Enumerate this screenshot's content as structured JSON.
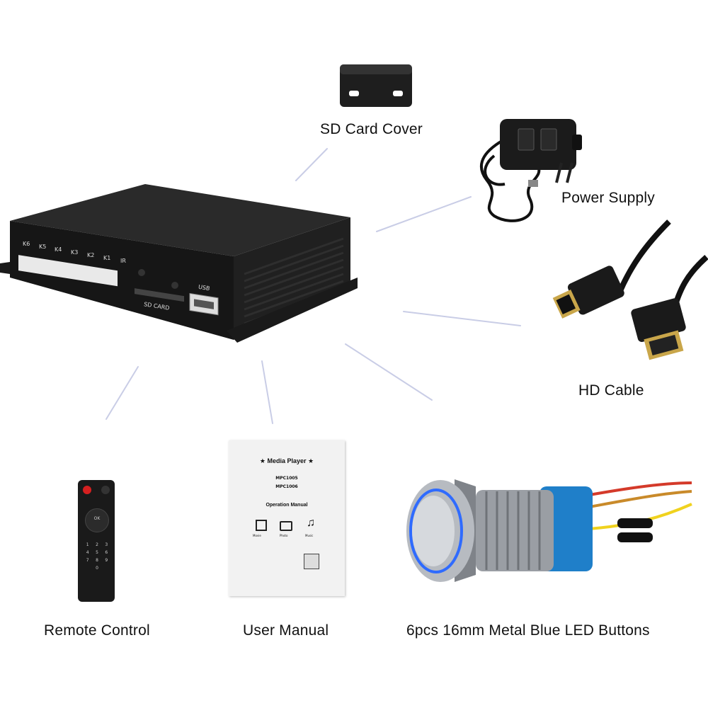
{
  "captions": {
    "sd_card_cover": "SD Card Cover",
    "power_supply": "Power Supply",
    "hd_cable": "HD Cable",
    "remote_control": "Remote Control",
    "user_manual": "User Manual",
    "buttons": "6pcs 16mm Metal Blue LED Buttons"
  },
  "device": {
    "key_labels": [
      "K6",
      "K5",
      "K4",
      "K3",
      "K2",
      "K1",
      "IR"
    ],
    "sd_label": "SD CARD",
    "usb_label": "USB"
  },
  "manual": {
    "title": "★ Media Player ★",
    "models": [
      "MPC1005",
      "MPC1006"
    ],
    "subtitle": "Operation Manual",
    "icons": [
      {
        "icon": "film-icon",
        "label": "Movie"
      },
      {
        "icon": "camera-icon",
        "label": "Photo"
      },
      {
        "icon": "music-icon",
        "label": "Music"
      }
    ]
  },
  "remote": {
    "ok_label": "OK",
    "keys": [
      "1",
      "2",
      "3",
      "4",
      "5",
      "6",
      "7",
      "8",
      "9",
      "0"
    ]
  },
  "colors": {
    "device_body": "#1c1c1c",
    "led_ring": "#2f6bff",
    "connector_blue": "#1f7fc9",
    "power_button": "#d62020",
    "wire_red": "#d43a2a",
    "wire_yellow": "#f0d21e",
    "gold": "#c9a64a"
  }
}
